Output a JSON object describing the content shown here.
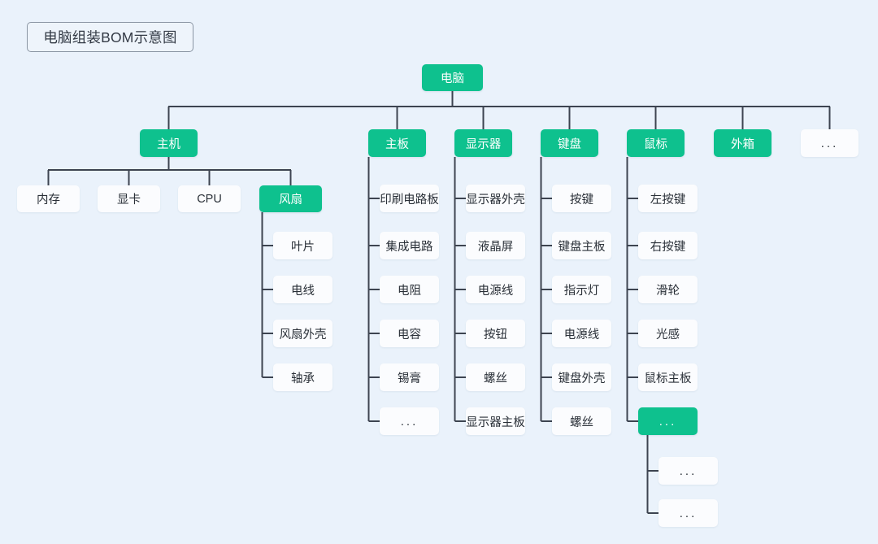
{
  "diagram": {
    "title": "电脑组装BOM示意图",
    "type": "tree",
    "colors": {
      "background": "#eaf2fb",
      "node_green": "#0ec18e",
      "node_white": "#fbfcfe",
      "connector": "#3d4450",
      "title_border": "#8a95a3",
      "text_dark": "#2a3038",
      "text_light": "#ffffff"
    },
    "root": {
      "label": "电脑",
      "style": "green"
    },
    "level1": [
      {
        "label": "主机",
        "style": "green"
      },
      {
        "label": "主板",
        "style": "green"
      },
      {
        "label": "显示器",
        "style": "green"
      },
      {
        "label": "键盘",
        "style": "green"
      },
      {
        "label": "鼠标",
        "style": "green"
      },
      {
        "label": "外箱",
        "style": "green"
      },
      {
        "label": "...",
        "style": "white"
      }
    ],
    "hostChildren": [
      {
        "label": "内存",
        "style": "white"
      },
      {
        "label": "显卡",
        "style": "white"
      },
      {
        "label": "CPU",
        "style": "white"
      },
      {
        "label": "风扇",
        "style": "green"
      }
    ],
    "fanChildren": [
      {
        "label": "叶片",
        "style": "white"
      },
      {
        "label": "电线",
        "style": "white"
      },
      {
        "label": "风扇外壳",
        "style": "white"
      },
      {
        "label": "轴承",
        "style": "white"
      }
    ],
    "motherboardChildren": [
      {
        "label": "印刷电路板",
        "style": "white"
      },
      {
        "label": "集成电路",
        "style": "white"
      },
      {
        "label": "电阻",
        "style": "white"
      },
      {
        "label": "电容",
        "style": "white"
      },
      {
        "label": "锡膏",
        "style": "white"
      },
      {
        "label": "...",
        "style": "white"
      }
    ],
    "monitorChildren": [
      {
        "label": "显示器外壳",
        "style": "white"
      },
      {
        "label": "液晶屏",
        "style": "white"
      },
      {
        "label": "电源线",
        "style": "white"
      },
      {
        "label": "按钮",
        "style": "white"
      },
      {
        "label": "螺丝",
        "style": "white"
      },
      {
        "label": "显示器主板",
        "style": "white"
      }
    ],
    "keyboardChildren": [
      {
        "label": "按键",
        "style": "white"
      },
      {
        "label": "键盘主板",
        "style": "white"
      },
      {
        "label": "指示灯",
        "style": "white"
      },
      {
        "label": "电源线",
        "style": "white"
      },
      {
        "label": "键盘外壳",
        "style": "white"
      },
      {
        "label": "螺丝",
        "style": "white"
      }
    ],
    "mouseChildren": [
      {
        "label": "左按键",
        "style": "white"
      },
      {
        "label": "右按键",
        "style": "white"
      },
      {
        "label": "滑轮",
        "style": "white"
      },
      {
        "label": "光感",
        "style": "white"
      },
      {
        "label": "鼠标主板",
        "style": "white"
      },
      {
        "label": "...",
        "style": "green"
      }
    ],
    "mouseMoreChildren": [
      {
        "label": "...",
        "style": "white"
      },
      {
        "label": "...",
        "style": "white"
      }
    ]
  }
}
